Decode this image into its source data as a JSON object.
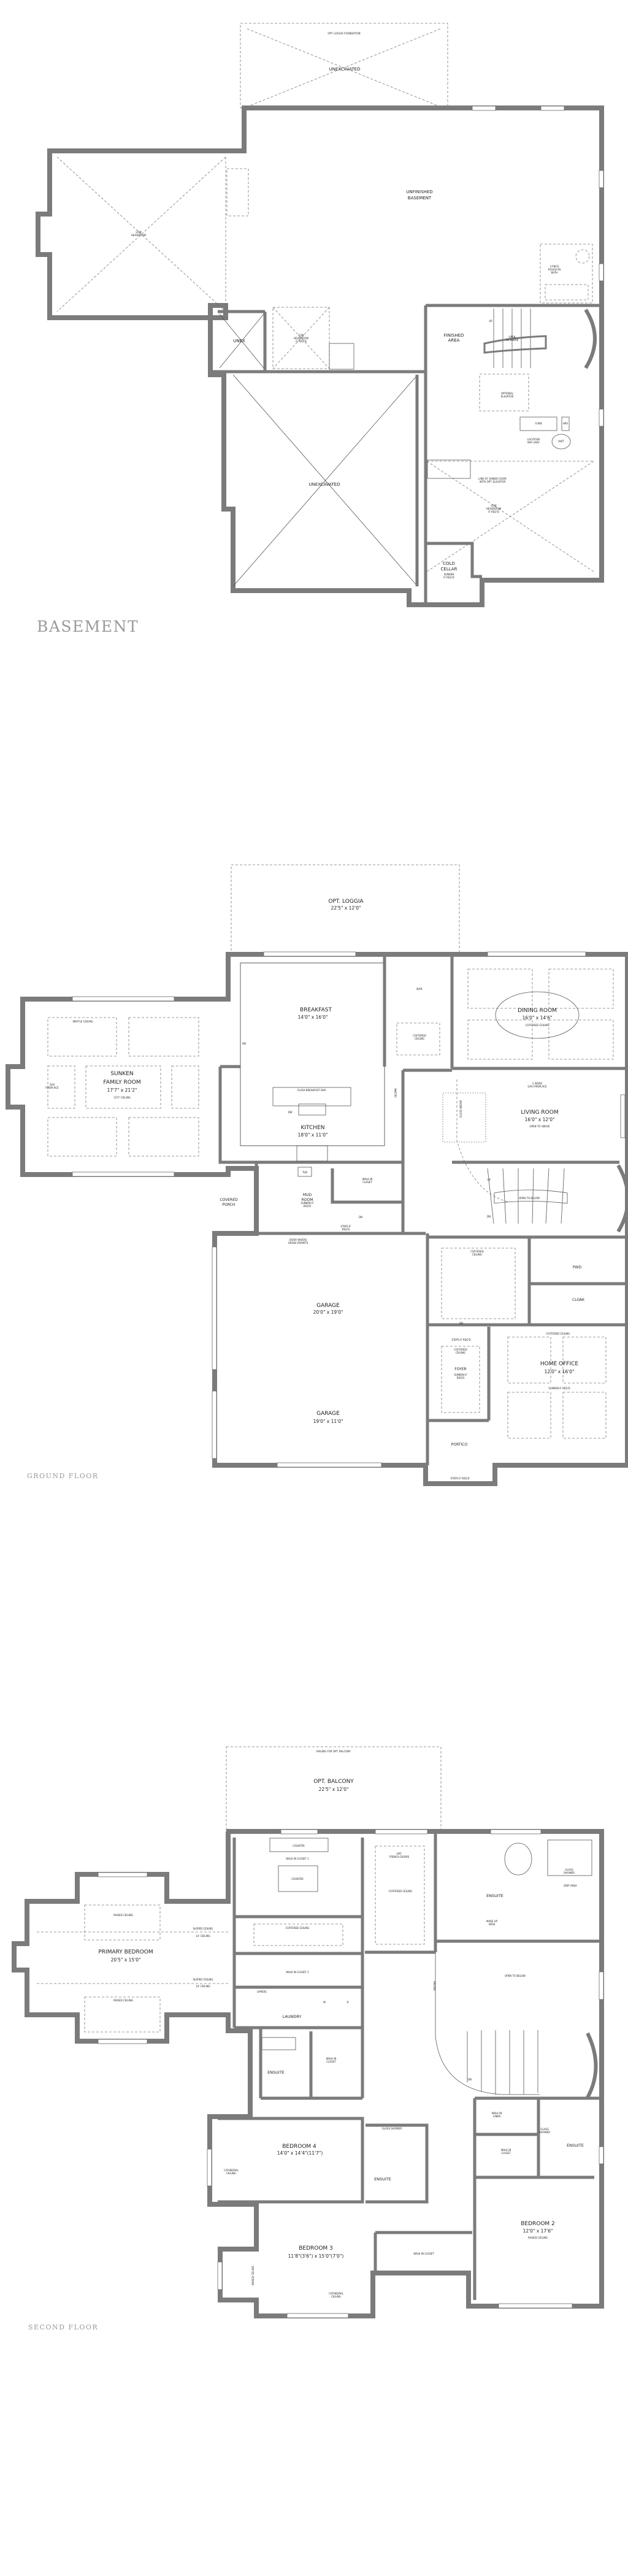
{
  "basement": {
    "title": "BASEMENT",
    "loggia_foundation": "OPT. LOGGIA FOUNDATION",
    "unexcavated_top": "UNEXCAVATED",
    "unfinished_1": "UNFINISHED",
    "unfinished_2": "BASEMENT",
    "low_headroom_left_1": "LOW",
    "low_headroom_left_2": "HEADROOM",
    "unex": "UNEX",
    "low_headroom_mid_1": "LOW",
    "low_headroom_mid_2": "HEADROOM",
    "low_headroom_mid_3": "IF REQ'D",
    "finished_1": "FINISHED",
    "finished_2": "AREA",
    "up": "UP",
    "open_above_1": "OPEN",
    "open_above_2": "TO ABOVE",
    "bath_1": "3 PIECE",
    "bath_2": "ROUGH IN",
    "bath_3": "BATH",
    "elevator_1": "OPTIONAL",
    "elevator_2": "ELEVATOR",
    "furn": "FURN",
    "hrv": "HRV",
    "location_1": "LOCATION",
    "location_2": "MAY VARY",
    "hwt": "HWT",
    "unexcavated_big": "UNEXCAVATED",
    "sunken_line_1": "LINE OF SUNEN FLOOR",
    "sunken_line_2": "WITH OPT. ELEVATOR",
    "low_headroom_right_1": "LOW",
    "low_headroom_right_2": "HEADROOM",
    "low_headroom_right_3": "IF REQ'D",
    "cold_1": "COLD",
    "cold_2": "CELLAR",
    "cold_3": "SUNKEN",
    "cold_4": "IF REQ'D"
  },
  "ground_floor": {
    "title": "GROUND FLOOR",
    "loggia": {
      "name": "OPT. LOGGIA",
      "dim": "22'5\" x 12'0\""
    },
    "breakfast": {
      "name": "BREAKFAST",
      "dim": "14'0\" x 16'0\""
    },
    "bar": "BAR",
    "coffered_bar_1": "COFFERED",
    "coffered_bar_2": "CEILING",
    "dining": {
      "name": "DINING ROOM",
      "dim": "16'0\" x 14'6\"",
      "note": "COFFERED CEILING"
    },
    "waffle": "WAFFLE CEILING",
    "family": {
      "name1": "SUNKEN",
      "name2": "FAMILY ROOM",
      "dim": "17'7\" x 21'2\"",
      "note": "12'0\" CEILING"
    },
    "gas_fp_1": "GAS",
    "gas_fp_2": "FIREPLACE",
    "dn_family": "DN",
    "flush_bar": "FLUSH BREAKFAST BAR",
    "dw": "DW",
    "pantry": "PANTRY",
    "kitchen": {
      "name": "KITCHEN",
      "dim": "18'0\" x 11'0\""
    },
    "two_sided_1": "2 SIDED",
    "two_sided_2": "GAS FIREPLACE",
    "floor_above": "FLOOR ABOVE",
    "living": {
      "name": "LIVING ROOM",
      "dim": "16'0\" x 12'0\"",
      "note": "OPEN TO ABOVE"
    },
    "tub": "TUB",
    "walkin_1": "WALK IN",
    "walkin_2": "CLOSET",
    "stair_up": "UP",
    "open_below": "OPEN TO BELOW",
    "stair_dn": "DN",
    "porch_1": "COVERED",
    "porch_2": "PORCH",
    "mud": {
      "name1": "MUD",
      "name2": "ROOM",
      "note1": "SUNKEN IF",
      "note2": "REQ'D"
    },
    "dn_mud": "DN",
    "steps_mud_1": "STEPS IF",
    "steps_mud_2": "REQ'D",
    "door_grade_1": "DOOR WHERE",
    "door_grade_2": "GRADE PERMITS",
    "coffered_hall_1": "COFFERED",
    "coffered_hall_2": "CEILING",
    "pwd": "PWD",
    "cloak": "CLOAK",
    "garage1": {
      "name": "GARAGE",
      "dim": "20'0\" x 19'0\""
    },
    "dn_foyer": "DN",
    "steps_foyer": "STEPS IF REQ'D",
    "coffered_office": "COFFERED CEILING",
    "coffered_foyer_1": "COFFERED",
    "coffered_foyer_2": "CEILING",
    "foyer": {
      "name": "FOYER",
      "note1": "SUNKEN IF",
      "note2": "REQ'D"
    },
    "office": {
      "name": "HOME OFFICE",
      "dim": "12'0\" x 16'0\"",
      "note": "SUNKEN IF REQ'D"
    },
    "garage2": {
      "name": "GARAGE",
      "dim": "19'0\" x 11'0\""
    },
    "portico": "PORTICO",
    "steps_portico": "STEPS IF REQ'D"
  },
  "second_floor": {
    "title": "SECOND FLOOR",
    "railing_balcony": "RAILING FOR OPT. BALCONY",
    "balcony": {
      "name": "OPT. BALCONY",
      "dim": "22'5\" x 12'0\""
    },
    "counter_top": "COUNTER",
    "wic1": "WALK IN CLOSET 1",
    "counter_island": "COUNTER",
    "french_1": "OPT.",
    "french_2": "FRENCH DOORS",
    "coffered_hall": "COFFERED CEILING",
    "ensuite_primary": "ENSUITE",
    "glass_shower_1": "GLASS",
    "glass_shower_2": "SHOWER",
    "drip": "DRIP AREA",
    "makeup_1": "MAKE UP",
    "makeup_2": "DESK",
    "raised_top": "RAISED CEILING",
    "sloped_top": "SLOPED CEILING",
    "ceiling14_top": "14' CEILING",
    "coffered_closet": "COFFERED CEILING",
    "primary": {
      "name": "PRIMARY BEDROOM",
      "dim": "20'5\" x 15'0\""
    },
    "wic2": "WALK IN CLOSET 2",
    "open_below": "OPEN TO BELOW",
    "railing": "RAILING",
    "sloped_bottom": "SLOPED CEILING",
    "ceiling14_bottom": "14' CEILING",
    "raised_bottom": "RAISED CEILING",
    "uppers": "UPPERS",
    "washer": "W",
    "dryer": "D",
    "laundry": "LAUNDRY",
    "wic_b4_1": "WALK IN",
    "wic_b4_2": "CLOSET",
    "ensuite_b4a": "ENSUITE",
    "dn": "DN",
    "linen_1": "WALK IN",
    "linen_2": "LINEN",
    "glass_shower_b3": "GLASS SHOWER",
    "glass_shower_b2_1": "GLASS",
    "glass_shower_b2_2": "SHOWER",
    "ensuite_b2": "ENSUITE",
    "bedroom4": {
      "name": "BEDROOM 4",
      "dim": "14'0\" x 14'4\"(11'7\")"
    },
    "wic_b2_1": "WALK IN",
    "wic_b2_2": "CLOSET",
    "cathedral_b4_1": "CATHEDRAL",
    "cathedral_b4_2": "CEILING",
    "ensuite_b3": "ENSUITE",
    "bedroom2": {
      "name": "BEDROOM 2",
      "dim": "12'0\" x 17'6\"",
      "note": "RAISED CEILING"
    },
    "bedroom3": {
      "name": "BEDROOM 3",
      "dim": "11'8\"(3'6\") x 15'0\"(7'0\")"
    },
    "wic_b3": "WALK IN CLOSET",
    "raised_b3": "RAISED CEILING",
    "cathedral_b3_1": "CATHEDRAL",
    "cathedral_b3_2": "CEILING"
  }
}
